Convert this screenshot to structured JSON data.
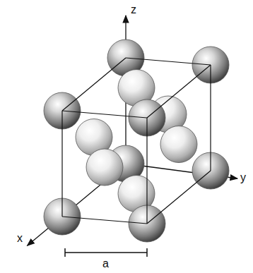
{
  "diagram": {
    "labels": [
      "z",
      "y",
      "x",
      "a"
    ]
  }
}
